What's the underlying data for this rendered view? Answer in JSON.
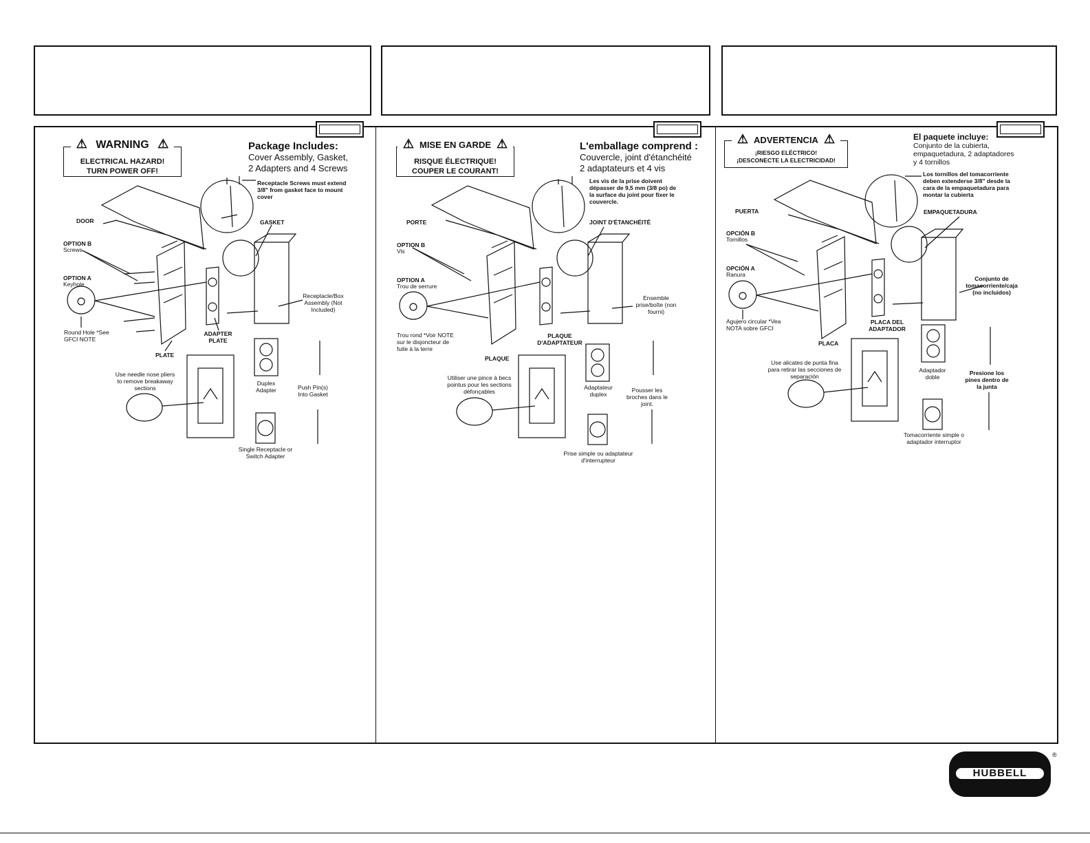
{
  "columns": [
    {
      "warning": {
        "title": "WARNING",
        "line1": "ELECTRICAL HAZARD!",
        "line2": "TURN POWER OFF!"
      },
      "package": {
        "title": "Package Includes:",
        "line1": "Cover Assembly, Gasket,",
        "line2": "2 Adapters and 4 Screws"
      },
      "labels": {
        "screws_note": "Receptacle Screws must extend 3/8\" from gasket face to mount cover",
        "door": "DOOR",
        "gasket": "GASKET",
        "option_b": "OPTION B",
        "option_b_sub": "Screws",
        "option_a": "OPTION A",
        "option_a_sub": "Keyhole",
        "round_hole": "Round Hole *See GFCI NOTE",
        "receptacle_box": "Receptacle/Box Assembly (Not Included)",
        "adapter_plate": "ADAPTER PLATE",
        "plate": "PLATE",
        "needle_nose": "Use needle nose pliers to remove breakaway sections",
        "duplex": "Duplex Adapter",
        "push_pins": "Push Pin(s) Into Gasket",
        "single": "Single Receptacle or Switch Adapter"
      }
    },
    {
      "warning": {
        "title": "MISE EN GARDE",
        "line1": "RISQUE ÉLECTRIQUE!",
        "line2": "COUPER LE COURANT!"
      },
      "package": {
        "title": "L'emballage comprend :",
        "line1": "Couvercle, joint d'étanchéité",
        "line2": "2 adaptateurs et 4 vis"
      },
      "labels": {
        "screws_note": "Les vis de la prise doivent dépasser de 9,5 mm (3/8 po) de la surface du joint pour fixer le couvercle.",
        "door": "PORTE",
        "gasket": "JOINT D'ÉTANCHÉITÉ",
        "option_b": "OPTION B",
        "option_b_sub": "Vis",
        "option_a": "OPTION A",
        "option_a_sub": "Trou de serrure",
        "round_hole": "Trou rond *Voir NOTE sur le disjoncteur de fuite à la terre",
        "receptacle_box": "Ensemble prise/boîte (non fourni)",
        "adapter_plate": "PLAQUE D'ADAPTATEUR",
        "plate": "PLAQUE",
        "needle_nose": "Utiliser une pince à becs pointus pour les sections défonçables",
        "duplex": "Adaptateur duplex",
        "push_pins": "Pousser les broches dans le joint.",
        "single": "Prise simple ou adaptateur d'interrupteur"
      }
    },
    {
      "warning": {
        "title": "ADVERTENCIA",
        "line1": "¡RIESGO ELÉCTRICO!",
        "line2": "¡DESCONECTE LA ELECTRICIDAD!"
      },
      "package": {
        "title": "El paquete incluye:",
        "line1": "Conjunto de la cubierta,",
        "line2": "empaquetadura, 2 adaptadores",
        "line3": "y 4 tornillos"
      },
      "labels": {
        "screws_note": "Los tornillos del tomacorriente deben extenderse 3/8\" desde la cara de la empaquetadura para montar la cubierta",
        "door": "PUERTA",
        "gasket": "EMPAQUETADURA",
        "option_b": "OPCIÓN B",
        "option_b_sub": "Tornillos",
        "option_a": "OPCIÓN A",
        "option_a_sub": "Ranura",
        "round_hole": "Agujero circular *Vea NOTA sobre GFCI",
        "receptacle_box": "Conjunto de tomacorriente/caja (no incluidos)",
        "adapter_plate": "PLACA DEL ADAPTADOR",
        "plate": "PLACA",
        "needle_nose": "Use alicates de punta fina para retirar las secciones de separación",
        "duplex": "Adaptador doble",
        "push_pins": "Presione los pines dentro de la junta",
        "single": "Tomacorriente simple o adaptador interruptor"
      }
    }
  ],
  "brand": {
    "logo": "HUBBELL",
    "reg": "®"
  },
  "icons": {
    "warning": "warning-triangle-icon"
  }
}
